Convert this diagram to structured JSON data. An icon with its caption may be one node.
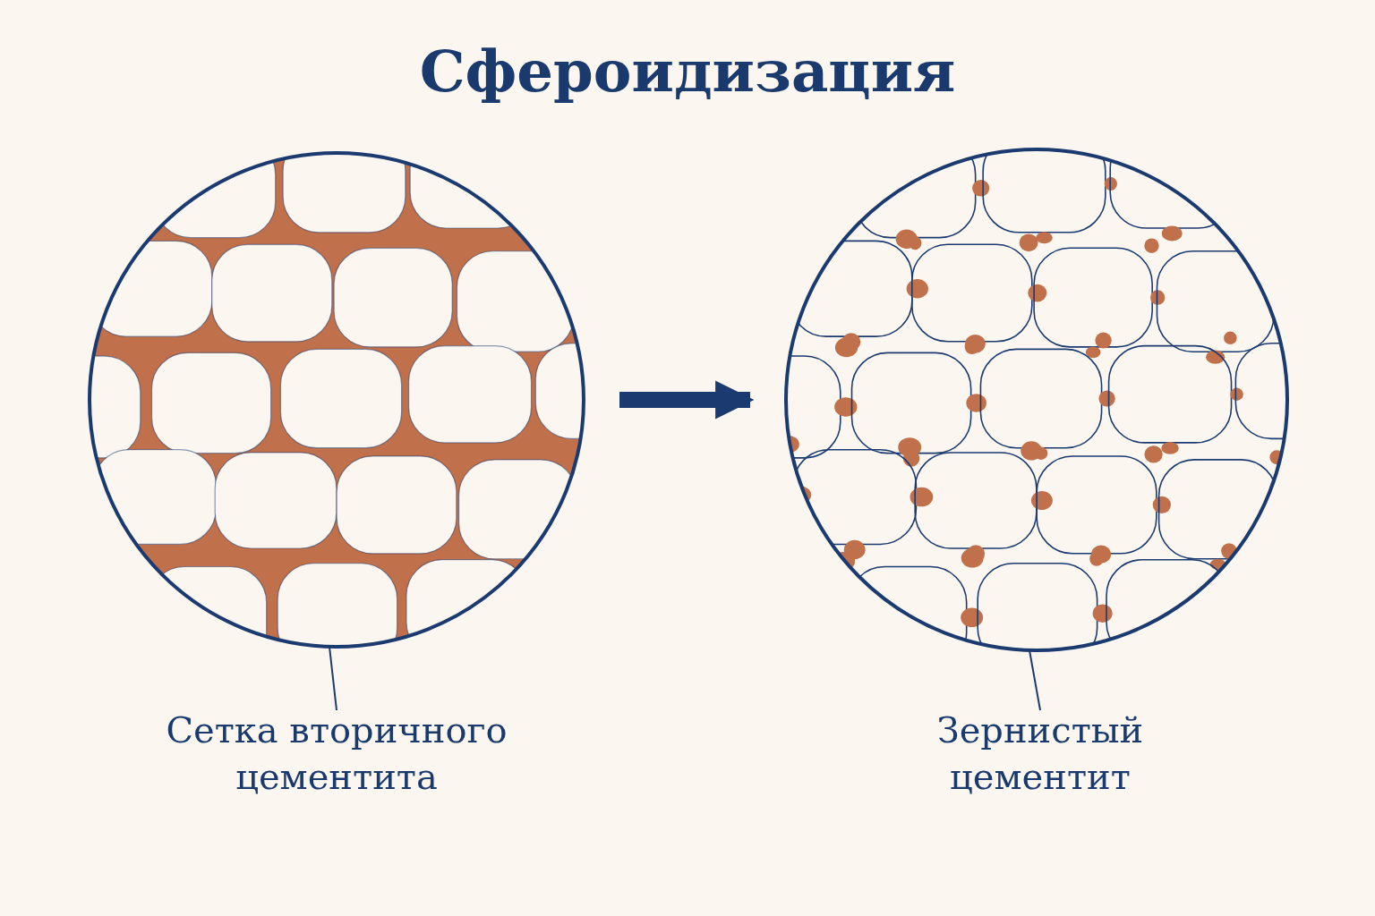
{
  "diagram": {
    "title": "Сфероидизация",
    "nodes": [
      {
        "text": [],
        "shape": "picture"
      },
      {
        "text": [],
        "shape": "picture"
      },
      {
        "text": [
          "Сетка вторичного цементита"
        ]
      },
      {
        "text": [
          "Зернистый цементит"
        ]
      }
    ],
    "edges": [
      {
        "from": 0,
        "to": 1,
        "arrow": "to",
        "style": "thick"
      },
      {
        "from": 2,
        "to": 0,
        "arrow": "none"
      },
      {
        "from": 3,
        "to": 1,
        "arrow": "none"
      }
    ]
  }
}
